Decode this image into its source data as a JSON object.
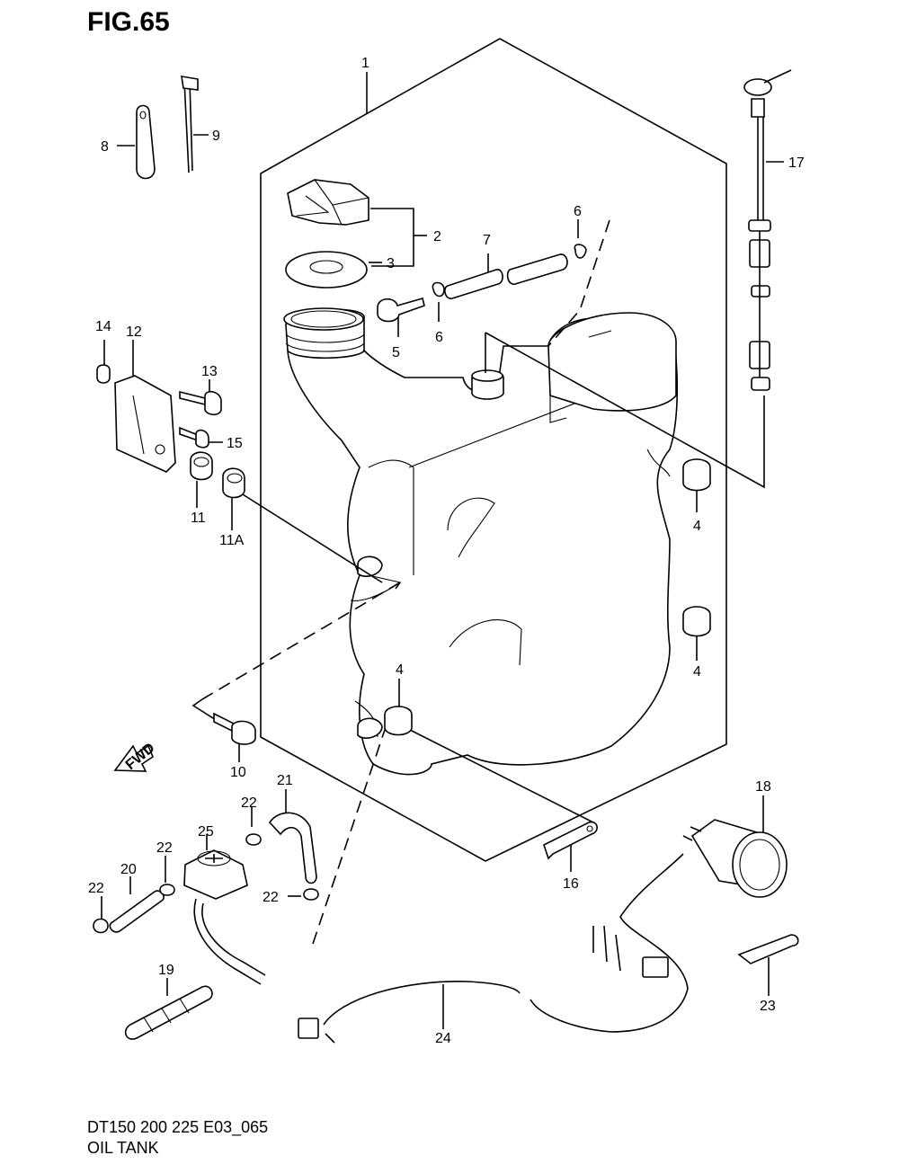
{
  "figure": {
    "title": "FIG.65",
    "model_code": "DT150 200 225 E03_065",
    "name": "OIL TANK"
  },
  "direction_badge": "FWD",
  "callouts": [
    "1",
    "2",
    "3",
    "4",
    "4",
    "4",
    "5",
    "6",
    "6",
    "7",
    "8",
    "9",
    "10",
    "11",
    "11A",
    "12",
    "13",
    "14",
    "15",
    "16",
    "17",
    "18",
    "19",
    "20",
    "21",
    "22",
    "22",
    "22",
    "22",
    "23",
    "24",
    "25"
  ]
}
